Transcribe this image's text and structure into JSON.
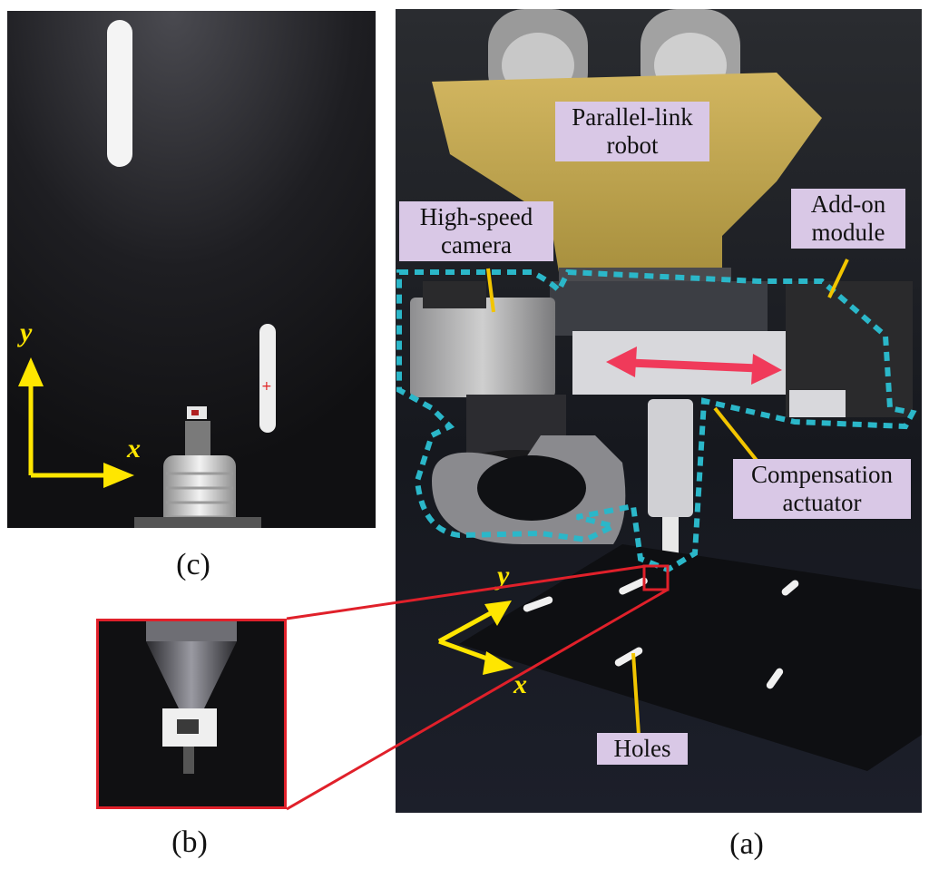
{
  "figure": {
    "captions": {
      "a": "(a)",
      "b": "(b)",
      "c": "(c)"
    },
    "labels": {
      "robot": [
        "Parallel-link",
        "robot"
      ],
      "camera": [
        "High-speed",
        "camera"
      ],
      "addon": [
        "Add-on",
        "module"
      ],
      "actuator": [
        "Compensation",
        "actuator"
      ],
      "holes": "Holes"
    },
    "axes": {
      "x": "x",
      "y": "y"
    },
    "colors": {
      "label_bg": "#d9c8e6",
      "leader": "#f2c500",
      "module_outline": "#2bb7c9",
      "zoom_box": "#e0202a",
      "motion_arrow": "#f03a5a",
      "axis": "#ffe600"
    }
  }
}
